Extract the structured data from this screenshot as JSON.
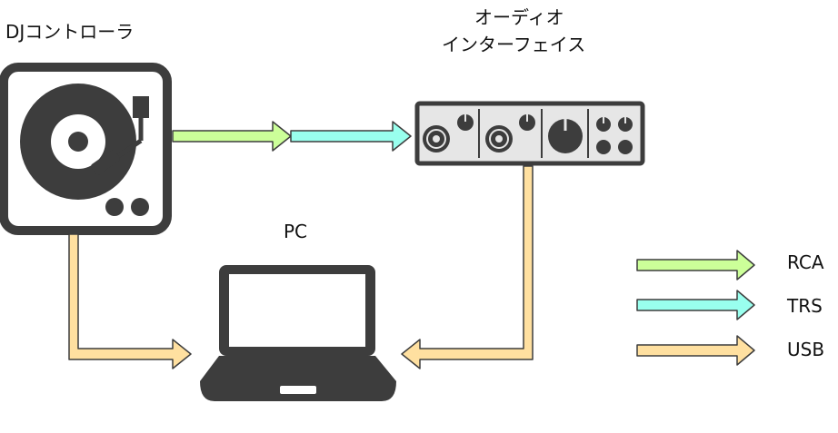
{
  "labels": {
    "dj_controller": "DJコントローラ",
    "audio_interface_line1": "オーディオ",
    "audio_interface_line2": "インターフェイス",
    "pc": "PC"
  },
  "legend": [
    {
      "label": "RCA",
      "color": "#ccff99"
    },
    {
      "label": "TRS",
      "color": "#99ffee"
    },
    {
      "label": "USB",
      "color": "#ffe0a0"
    }
  ],
  "colors": {
    "rca": "#ccff99",
    "trs": "#99ffee",
    "usb": "#ffe0a0",
    "device_dark": "#3d3d3d",
    "interface_body": "#e6e6e6"
  },
  "icons": [
    "turntable-icon",
    "audio-interface-icon",
    "laptop-icon"
  ],
  "connections": [
    {
      "from": "DJコントローラ",
      "to": "オーディオインターフェイス",
      "cables": [
        "RCA",
        "TRS"
      ]
    },
    {
      "from": "DJコントローラ",
      "to": "PC",
      "cables": [
        "USB"
      ]
    },
    {
      "from": "オーディオインターフェイス",
      "to": "PC",
      "cables": [
        "USB"
      ]
    }
  ]
}
